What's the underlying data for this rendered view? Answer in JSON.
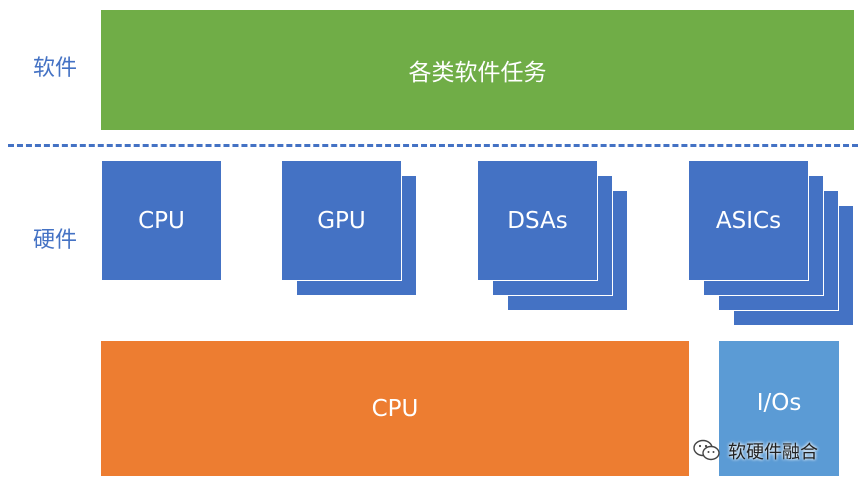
{
  "labels": {
    "software": "软件",
    "hardware": "硬件"
  },
  "software_layer": {
    "title": "各类软件任务"
  },
  "hardware_units": [
    {
      "label": "CPU",
      "stack": 1
    },
    {
      "label": "GPU",
      "stack": 2
    },
    {
      "label": "DSAs",
      "stack": 3
    },
    {
      "label": "ASICs",
      "stack": 4
    }
  ],
  "bottom": {
    "cpu_label": "CPU",
    "io_label": "I/Os"
  },
  "watermark": {
    "text": "软硬件融合",
    "icon": "wechat-icon"
  },
  "colors": {
    "software": "#70ad47",
    "hardware": "#4472c4",
    "cpu_bottom": "#ed7d31",
    "io": "#5b9bd5",
    "label": "#4472c4"
  }
}
